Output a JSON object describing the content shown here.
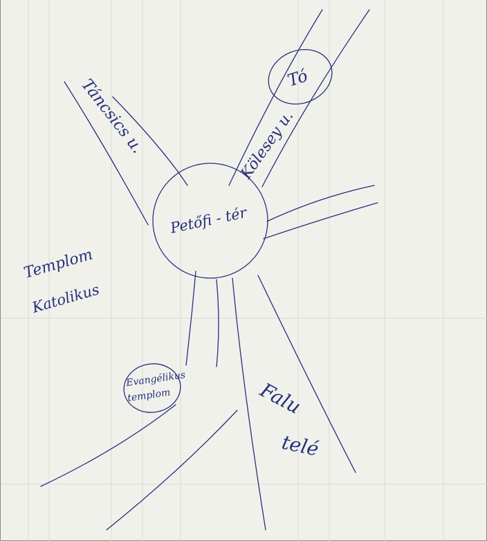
{
  "sketch": {
    "center_label": "Petőfi - tér",
    "labels": {
      "tancsics": "Táncsics u.",
      "kossuth": "Kölesey u.",
      "to": "Tó",
      "templom_katolikus_line1": "Templom",
      "templom_katolikus_line2": "Katolikus",
      "evangelikus_line1": "Evangélikus",
      "evangelikus_line2": "templom",
      "falu_vege_line1": "Falu",
      "falu_vege_line2": "telé"
    },
    "ink_color": "#25307a"
  }
}
